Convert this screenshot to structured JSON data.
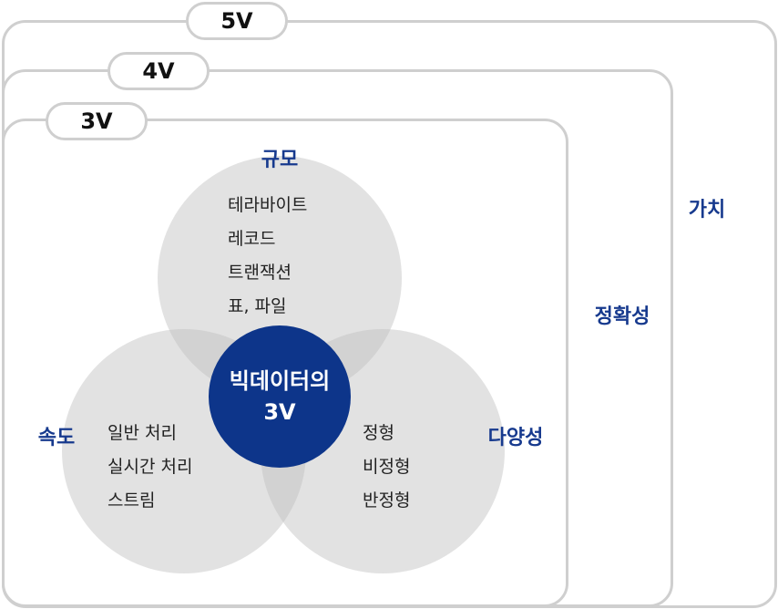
{
  "tiers": {
    "v5": "5V",
    "v4": "4V",
    "v3": "3V"
  },
  "dimensions": {
    "volume": "규모",
    "velocity": "속도",
    "variety": "다양성",
    "veracity": "정확성",
    "value": "가치"
  },
  "core": {
    "line1": "빅데이터의",
    "line2": "3V"
  },
  "volume_items": [
    "테라바이트",
    "레코드",
    "트랜잭션",
    "표, 파일"
  ],
  "velocity_items": [
    "일반 처리",
    "실시간 처리",
    "스트림"
  ],
  "variety_items": [
    "정형",
    "비정형",
    "반정형"
  ],
  "colors": {
    "accent": "#0d358a",
    "border": "#cfcfcf",
    "circle": "#e2e2e2"
  }
}
